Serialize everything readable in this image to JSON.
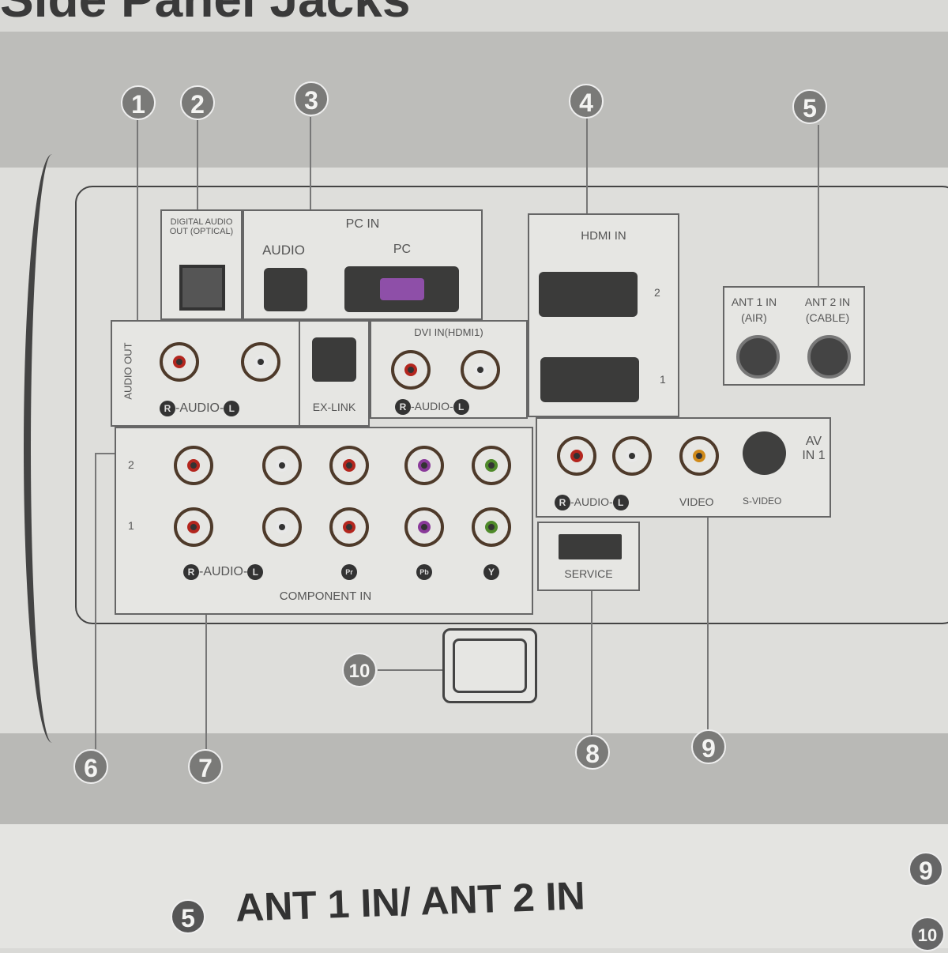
{
  "title": "Side Panel Jacks",
  "callouts": [
    "1",
    "2",
    "3",
    "4",
    "5",
    "6",
    "7",
    "8",
    "9",
    "10"
  ],
  "labels": {
    "digital_audio_out": "DIGITAL AUDIO OUT (OPTICAL)",
    "pc_in": "PC IN",
    "pc_audio": "AUDIO",
    "pc": "PC",
    "audio_out": "AUDIO OUT",
    "audio": "-AUDIO-",
    "r": "R",
    "l": "L",
    "ex_link": "EX-LINK",
    "dvi_in": "DVI IN(HDMI1)",
    "hdmi_in": "HDMI IN",
    "hdmi_2": "2",
    "hdmi_1": "1",
    "ant1": "ANT 1 IN",
    "ant1_sub": "(AIR)",
    "ant2": "ANT 2 IN",
    "ant2_sub": "(CABLE)",
    "comp_row2": "2",
    "comp_row1": "1",
    "pr": "Pr",
    "pb": "Pb",
    "y": "Y",
    "component_in": "COMPONENT IN",
    "video": "VIDEO",
    "s_video": "S-VIDEO",
    "av_in_1": "AV IN 1",
    "service": "SERVICE"
  },
  "section": {
    "number": "5",
    "heading": "ANT 1 IN/ ANT 2 IN"
  },
  "edge_numbers": [
    "9",
    "10"
  ],
  "colors": {
    "red": "#b3261e",
    "white": "#e8e8e8",
    "purple": "#8a3a9a",
    "green": "#4f8a2a",
    "yellow": "#d08a1a"
  }
}
